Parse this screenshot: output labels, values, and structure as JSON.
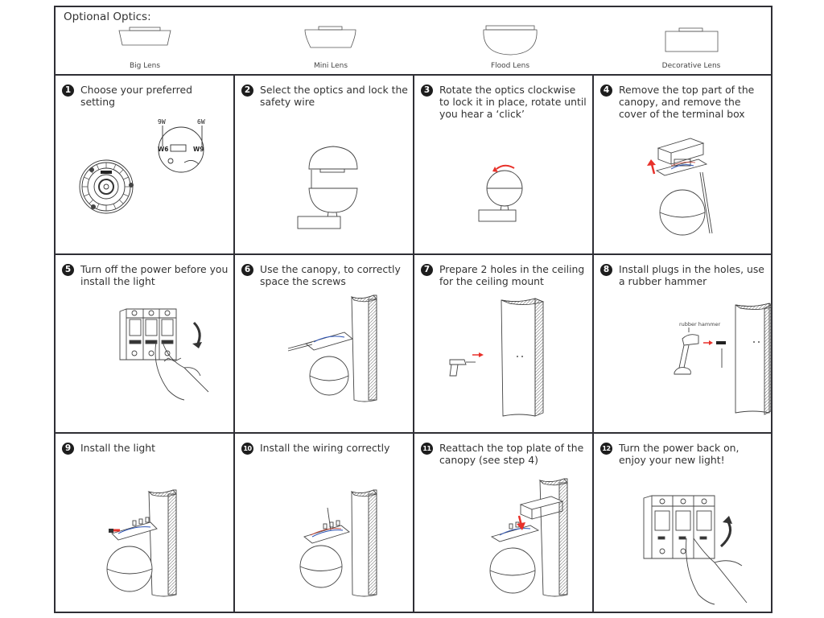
{
  "optics": {
    "title": "Optional Optics:",
    "lenses": [
      {
        "label": "Big Lens",
        "icon": "big-lens-icon"
      },
      {
        "label": "Mini Lens",
        "icon": "mini-lens-icon"
      },
      {
        "label": "Flood Lens",
        "icon": "flood-lens-icon"
      },
      {
        "label": "Decorative Lens",
        "icon": "decorative-lens-icon"
      }
    ]
  },
  "steps": [
    {
      "number": "1",
      "text": "Choose your preferred setting",
      "labels": {
        "left_watt": "9W",
        "right_watt": "6W",
        "left_mark": "W6",
        "right_mark": "W9"
      }
    },
    {
      "number": "2",
      "text": "Select the optics and lock the safety wire"
    },
    {
      "number": "3",
      "text": "Rotate the optics clockwise to lock it in place, rotate until you hear a ‘click’"
    },
    {
      "number": "4",
      "text": "Remove the top part of the canopy, and remove the cover of the terminal box"
    },
    {
      "number": "5",
      "text": "Turn off the power before you install the light"
    },
    {
      "number": "6",
      "text": "Use the canopy, to correctly space the screws"
    },
    {
      "number": "7",
      "text": "Prepare 2 holes in the ceiling for the ceiling mount"
    },
    {
      "number": "8",
      "text": "Install plugs in the holes, use a rubber hammer",
      "labels": {
        "tool": "rubber hammer"
      }
    },
    {
      "number": "9",
      "text": "Install the light"
    },
    {
      "number": "10",
      "text": "Install the wiring correctly"
    },
    {
      "number": "11",
      "text": "Reattach the top plate of the canopy (see step 4)"
    },
    {
      "number": "12",
      "text": "Turn the power back on, enjoy your new light!"
    }
  ],
  "colors": {
    "border": "#2f2f35",
    "arrow": "#e8312a",
    "badge": "#1d1d1d"
  }
}
